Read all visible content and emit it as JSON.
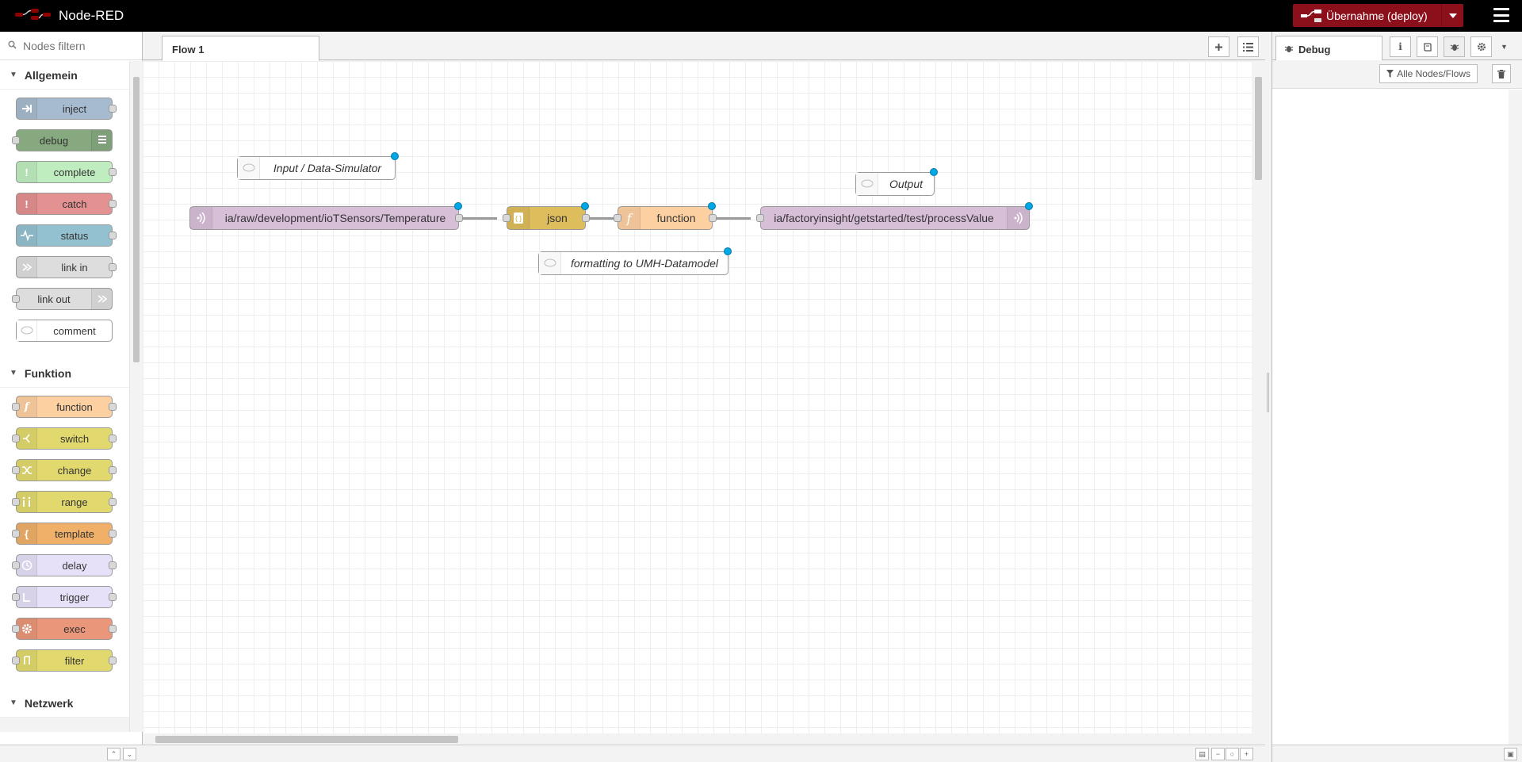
{
  "header": {
    "title": "Node-RED",
    "deploy_label": "Übernahme (deploy)"
  },
  "palette": {
    "search_placeholder": "Nodes filtern",
    "categories": [
      {
        "name": "Allgemein",
        "nodes": [
          {
            "label": "inject",
            "color": "#a6bbcf"
          },
          {
            "label": "debug",
            "color": "#87a980"
          },
          {
            "label": "complete",
            "color": "#c0edc0"
          },
          {
            "label": "catch",
            "color": "#e49191"
          },
          {
            "label": "status",
            "color": "#94c1d0"
          },
          {
            "label": "link in",
            "color": "#dddddd"
          },
          {
            "label": "link out",
            "color": "#dddddd"
          },
          {
            "label": "comment",
            "color": "#ffffff"
          }
        ]
      },
      {
        "name": "Funktion",
        "nodes": [
          {
            "label": "function",
            "color": "#fdd0a2"
          },
          {
            "label": "switch",
            "color": "#e2d96e"
          },
          {
            "label": "change",
            "color": "#e2d96e"
          },
          {
            "label": "range",
            "color": "#e2d96e"
          },
          {
            "label": "template",
            "color": "#f0b06a"
          },
          {
            "label": "delay",
            "color": "#e6e0f8"
          },
          {
            "label": "trigger",
            "color": "#e6e0f8"
          },
          {
            "label": "exec",
            "color": "#e9967a"
          },
          {
            "label": "filter",
            "color": "#e2d96e"
          }
        ]
      },
      {
        "name": "Netzwerk",
        "nodes": []
      }
    ]
  },
  "workspace": {
    "tab_label": "Flow 1",
    "nodes": {
      "mqtt_in": "ia/raw/development/ioTSensors/Temperature",
      "json": "json",
      "function": "function",
      "mqtt_out": "ia/factoryinsight/getstarted/test/processValue",
      "comment_input": "Input / Data-Simulator",
      "comment_output": "Output",
      "comment_format": "formatting to UMH-Datamodel"
    }
  },
  "sidebar": {
    "tab_label": "Debug",
    "filter_label": "Alle Nodes/Flows"
  }
}
